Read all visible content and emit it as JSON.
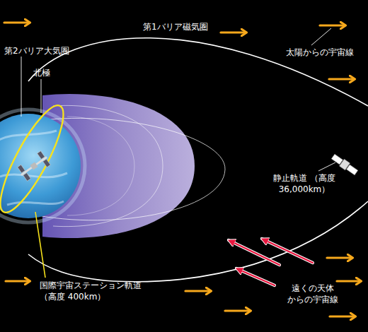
{
  "diagram": {
    "labels": [
      "第2バリア大気圏",
      "北極",
      "第1バリア磁気圏",
      "太陽からの宇宙線",
      "静止軌道 （高度 36,000km）",
      "遠くの天体 からの宇宙線",
      "国際宇宙ステーション軌道 （高度 400km）"
    ]
  }
}
